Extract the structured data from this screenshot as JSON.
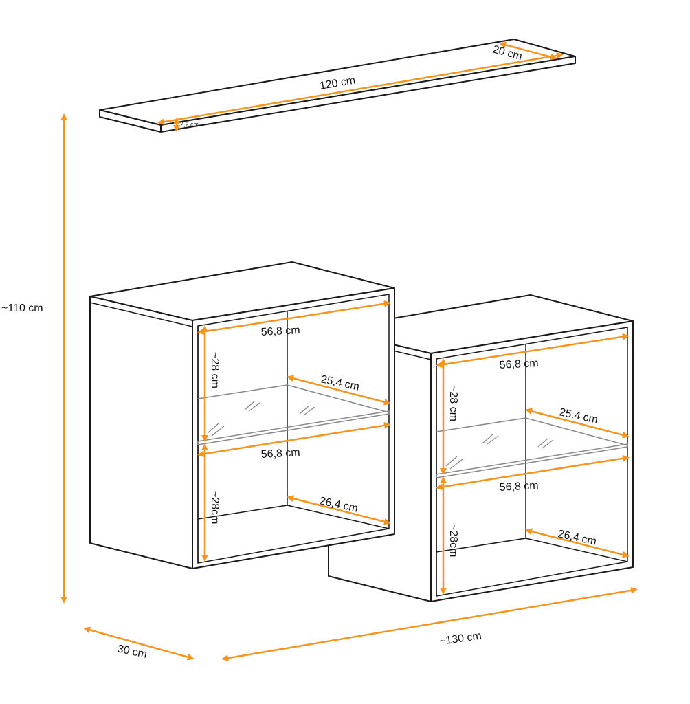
{
  "shelf": {
    "length": "120 cm",
    "depth": "20 cm",
    "thickness": "2,2 cm"
  },
  "overall": {
    "height": "~110 cm",
    "depth": "30 cm",
    "width": "~130 cm"
  },
  "cabinet_left": {
    "inner_width_top": "56,8 cm",
    "inner_width_mid": "56,8 cm",
    "upper_height": "~28 cm",
    "lower_height": "~28cm",
    "glass_depth": "25,4 cm",
    "bottom_depth": "26,4 cm"
  },
  "cabinet_right": {
    "inner_width_top": "56,8 cm",
    "inner_width_mid": "56,8 cm",
    "upper_height": "~28 cm",
    "lower_height": "~28cm",
    "glass_depth": "25,4 cm",
    "bottom_depth": "26,4 cm"
  },
  "colors": {
    "dimension": "#f7941d",
    "outline": "#1a1a1a"
  }
}
